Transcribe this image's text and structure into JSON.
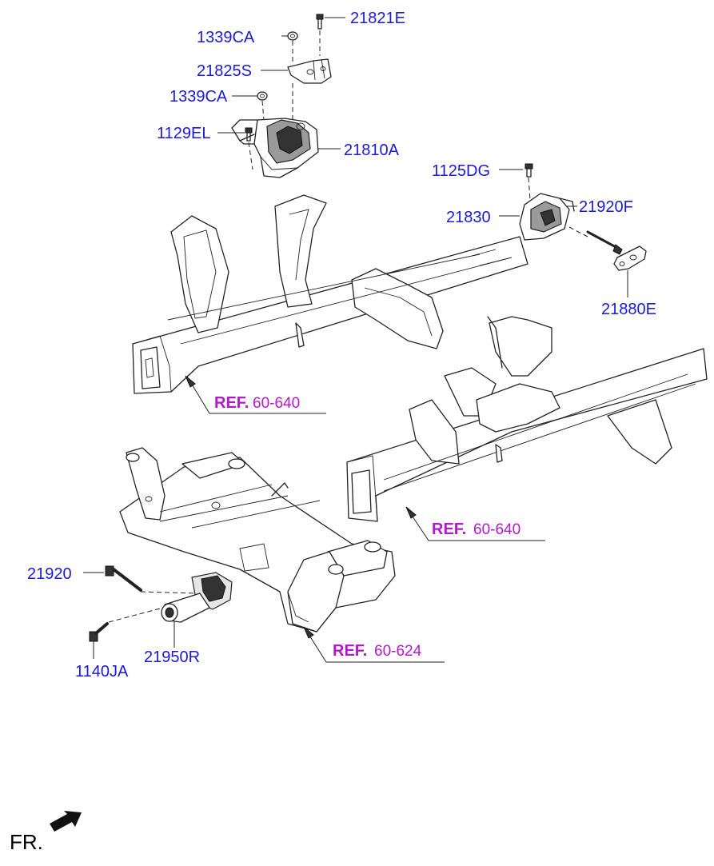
{
  "parts": {
    "p21821E": "21821E",
    "p1339CA_top": "1339CA",
    "p21825S": "21825S",
    "p1339CA_mid": "1339CA",
    "p1129EL": "1129EL",
    "p21810A": "21810A",
    "p1125DG": "1125DG",
    "p21830": "21830",
    "p21920F": "21920F",
    "p21880E": "21880E",
    "p21920": "21920",
    "p1140JA": "1140JA",
    "p21950R": "21950R"
  },
  "refs": {
    "ref1": {
      "head": "REF.",
      "num": "60-640"
    },
    "ref2": {
      "head": "REF.",
      "num": "60-640"
    },
    "ref3": {
      "head": "REF.",
      "num": "60-624"
    }
  },
  "direction": {
    "label": "FR."
  },
  "icons": {
    "direction_arrow": "front-direction-arrow-icon"
  }
}
